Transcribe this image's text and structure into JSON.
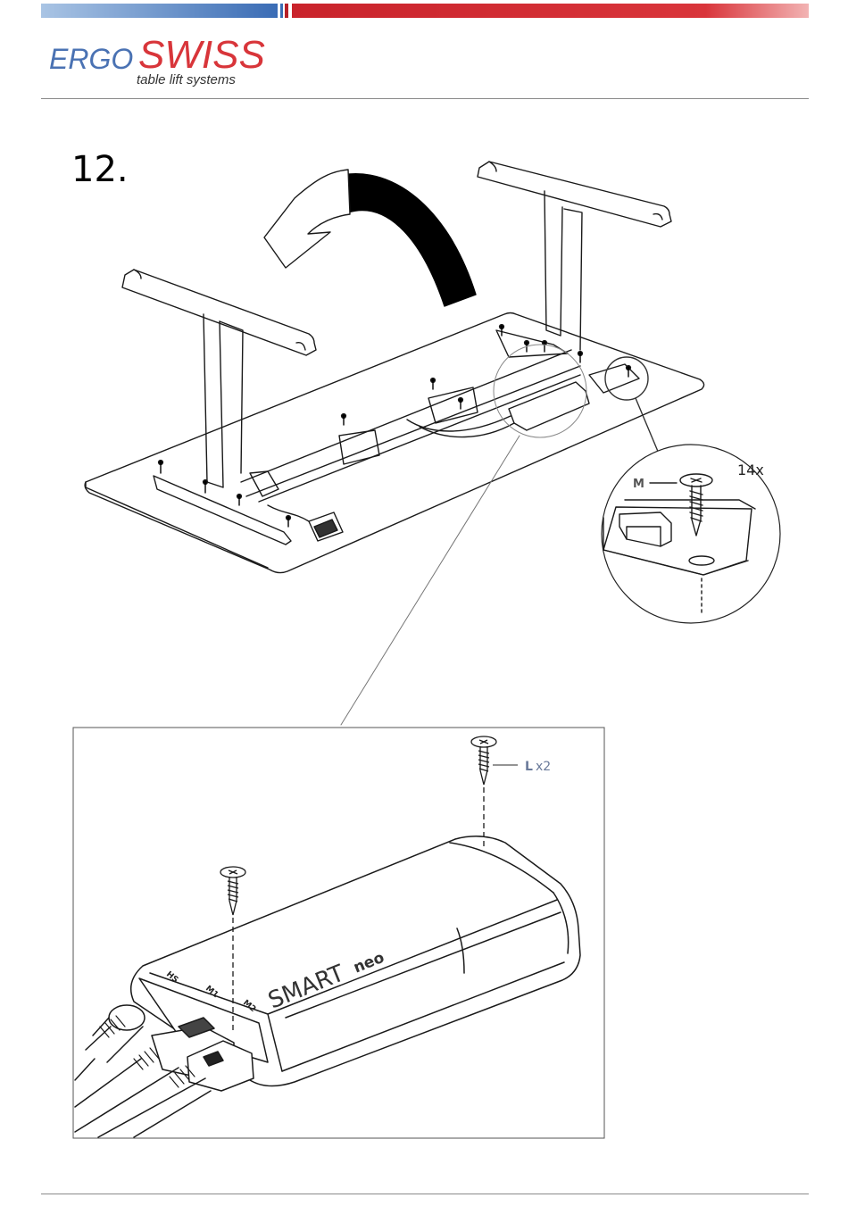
{
  "header": {
    "brand_part1": "ERGO",
    "brand_part2": "SWISS",
    "tagline": "table lift systems",
    "colors": {
      "blue": "#4a72b3",
      "red": "#d8353a"
    }
  },
  "step": {
    "number": "12."
  },
  "callouts": {
    "screw_m_label": "M",
    "screw_m_qty": "14x",
    "screw_l_label": "L",
    "screw_l_qty": "x2"
  },
  "control_box": {
    "brand": "SMART",
    "model": "neo",
    "port_hs": "HS",
    "port_m1": "M1",
    "port_m2": "M2"
  },
  "icons": [
    "rotate-arrow-icon",
    "screw-icon"
  ]
}
